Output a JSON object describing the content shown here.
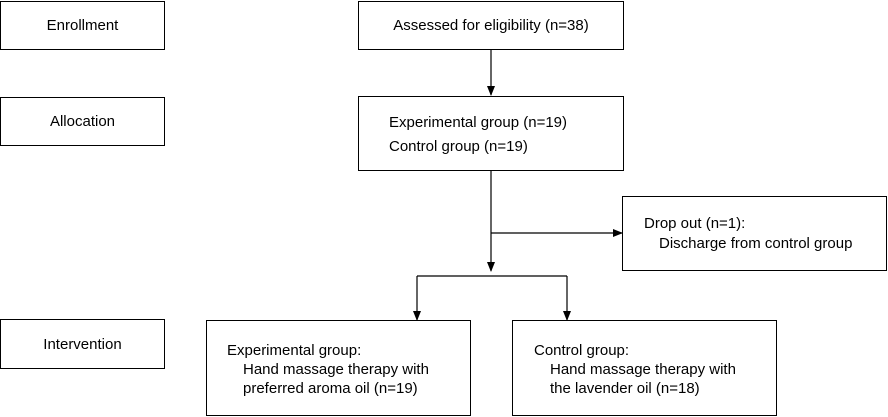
{
  "stages": {
    "enrollment": "Enrollment",
    "allocation": "Allocation",
    "intervention": "Intervention"
  },
  "assessed": "Assessed for eligibility (n=38)",
  "allocation": {
    "experimental": "Experimental group (n=19)",
    "control": "Control group (n=19)"
  },
  "dropout": {
    "title": "Drop out (n=1):",
    "reason": "Discharge from control group"
  },
  "intervention": {
    "experimental": {
      "title": "Experimental group:",
      "line1": "Hand massage therapy with",
      "line2": "preferred aroma oil (n=19)"
    },
    "control": {
      "title": "Control group:",
      "line1": "Hand massage therapy with",
      "line2": "the lavender oil (n=18)"
    }
  }
}
